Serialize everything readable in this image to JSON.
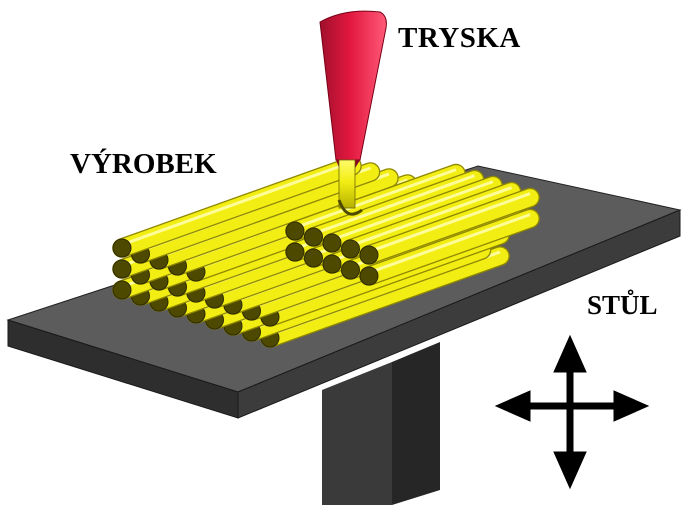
{
  "labels": {
    "nozzle": "TRYSKA",
    "product": "VÝROBEK",
    "table": "STŮL"
  },
  "colors": {
    "filament": "#f2ee14",
    "filament_dark": "#c9c200",
    "filament_end": "#4e4900",
    "nozzle": "#e0143c",
    "nozzle_dark": "#8a0020",
    "table_top": "#5a5a5a",
    "table_side": "#2f2f2f",
    "arrow": "#000000"
  },
  "icons": [
    "four-way-move-arrow-icon"
  ]
}
